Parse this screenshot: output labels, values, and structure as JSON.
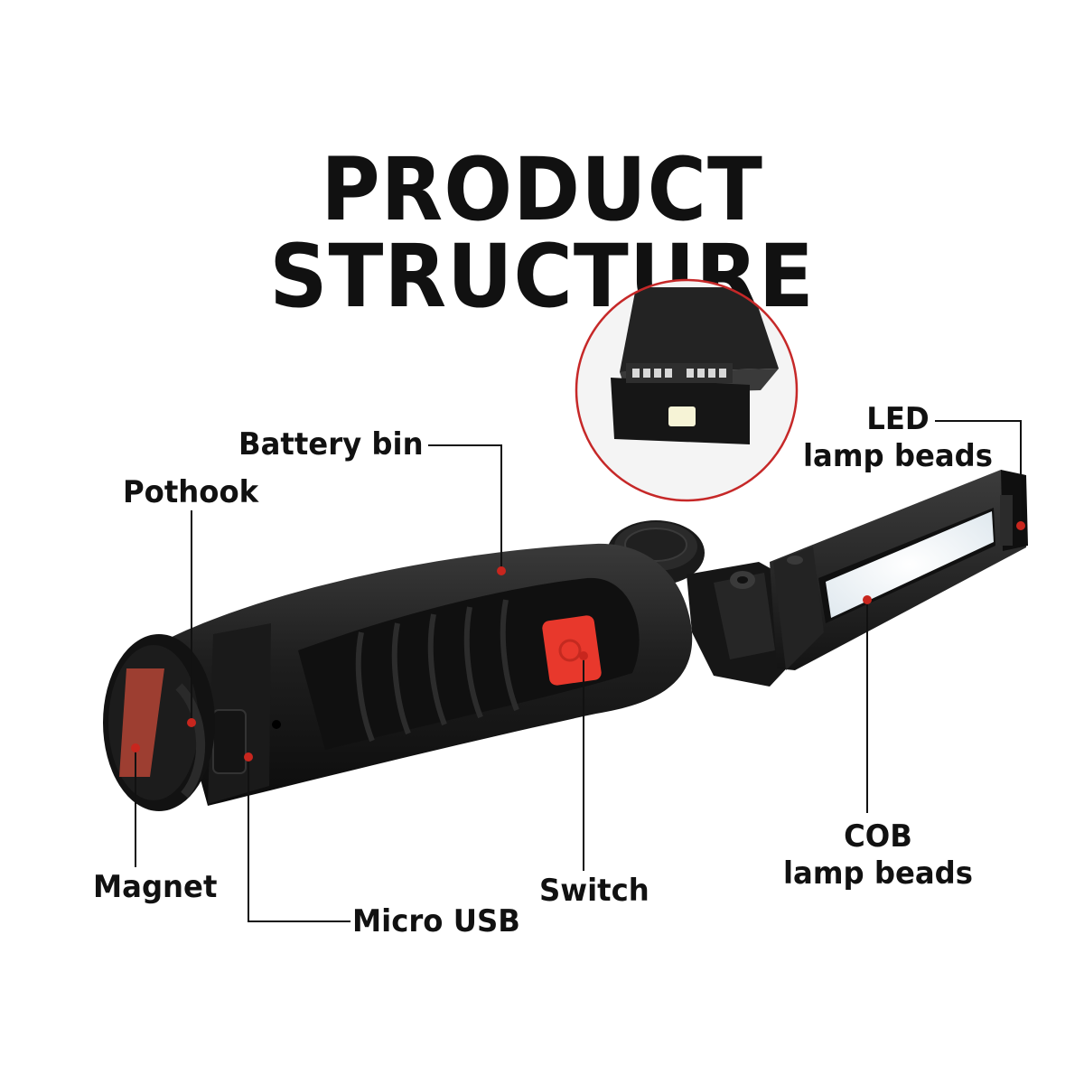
{
  "title": "PRODUCT STRUCTURE",
  "labels": {
    "battery_bin": "Battery bin",
    "pothook": "Pothook",
    "magnet": "Magnet",
    "micro_usb": "Micro USB",
    "switch": "Switch",
    "led_line1": "LED",
    "led_line2": "lamp beads",
    "cob_line1": "COB",
    "cob_line2": "lamp beads"
  },
  "colors": {
    "marker": "#c8261e",
    "switch_button": "#e8382c",
    "inset_ring": "#c62828",
    "body": "#1c1c1c"
  }
}
